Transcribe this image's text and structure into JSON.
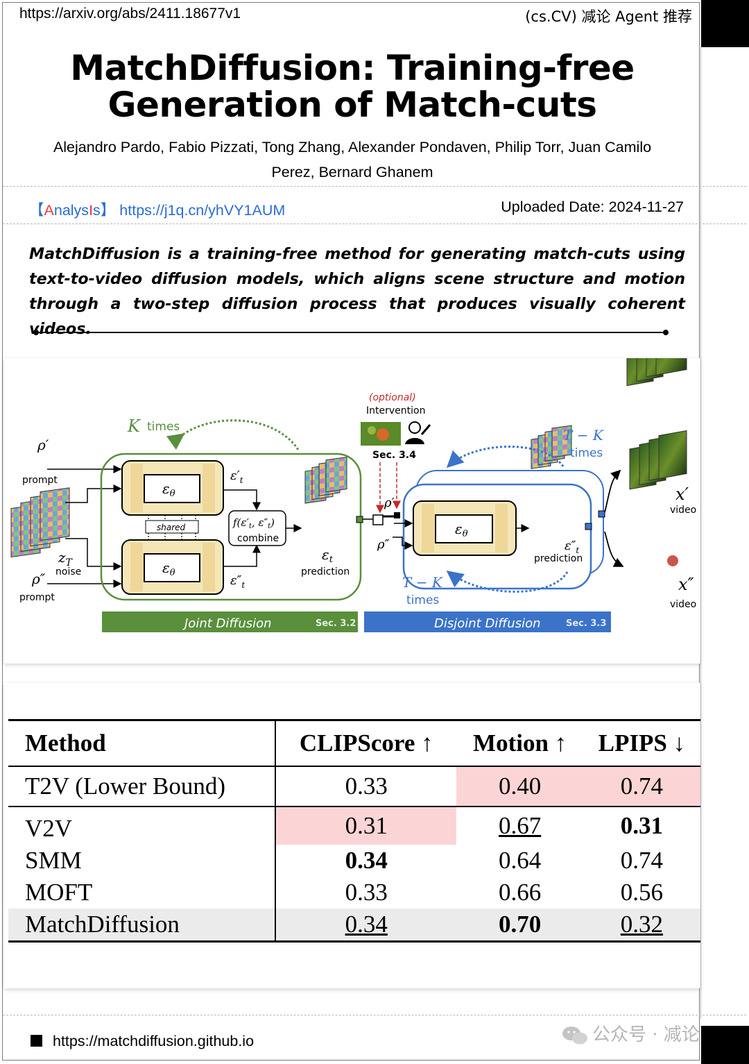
{
  "header": {
    "source_url": "https://arxiv.org/abs/2411.18677v1",
    "tag": "(cs.CV) 减论 Agent 推荐"
  },
  "paper": {
    "title_line1": "MatchDiffusion: Training-free",
    "title_line2": "Generation of Match-cuts",
    "authors_line1": "Alejandro Pardo, Fabio Pizzati, Tong Zhang, Alexander Pondaven, Philip Torr, Juan Camilo",
    "authors_line2": "Perez, Bernard Ghanem"
  },
  "analysis": {
    "bracket_open": "【",
    "label_red1": "A",
    "label_mid": "nalys",
    "label_red2": "I",
    "label_end": "s",
    "bracket_close": "】",
    "link": "https://j1q.cn/yhVY1AUM",
    "uploaded": "Uploaded Date: 2024-11-27"
  },
  "summary": "MatchDiffusion is a training-free method for generating match-cuts using text-to-video diffusion models, which aligns scene structure and motion through a two-step diffusion process that produces visually coherent videos.",
  "figure": {
    "k_times": "times",
    "optional": "(optional)",
    "intervention": "Intervention",
    "sec34": "Sec. 3.4",
    "prompt": "prompt",
    "noise": "noise",
    "shared": "shared",
    "combine": "combine",
    "prediction": "prediction",
    "t_minus_k": "T − K",
    "times": "times",
    "video": "video",
    "joint_label": "Joint Diffusion",
    "joint_sec": "Sec. 3.2",
    "disjoint_label": "Disjoint Diffusion",
    "disjoint_sec": "Sec. 3.3",
    "colors": {
      "green": "#5a8f3c",
      "blue": "#3b73c9",
      "beige": "#f5e6b8",
      "red": "#c62828"
    }
  },
  "results_table": {
    "headers": [
      "Method",
      "CLIPScore ↑",
      "Motion ↑",
      "LPIPS ↓"
    ],
    "baseline": {
      "method": "T2V (Lower Bound)",
      "clip": "0.33",
      "motion": "0.40",
      "lpips": "0.74"
    },
    "rows": [
      {
        "method": "V2V",
        "clip": "0.31",
        "motion": "0.67",
        "lpips": "0.31"
      },
      {
        "method": "SMM",
        "clip": "0.34",
        "motion": "0.64",
        "lpips": "0.74"
      },
      {
        "method": "MOFT",
        "clip": "0.33",
        "motion": "0.66",
        "lpips": "0.56"
      },
      {
        "method": "MatchDiffusion",
        "clip": "0.34",
        "motion": "0.70",
        "lpips": "0.32"
      }
    ],
    "highlight_color": "#fbd5d5"
  },
  "footer": {
    "project_url": "https://matchdiffusion.github.io",
    "wechat": "公众号 · 减论"
  }
}
